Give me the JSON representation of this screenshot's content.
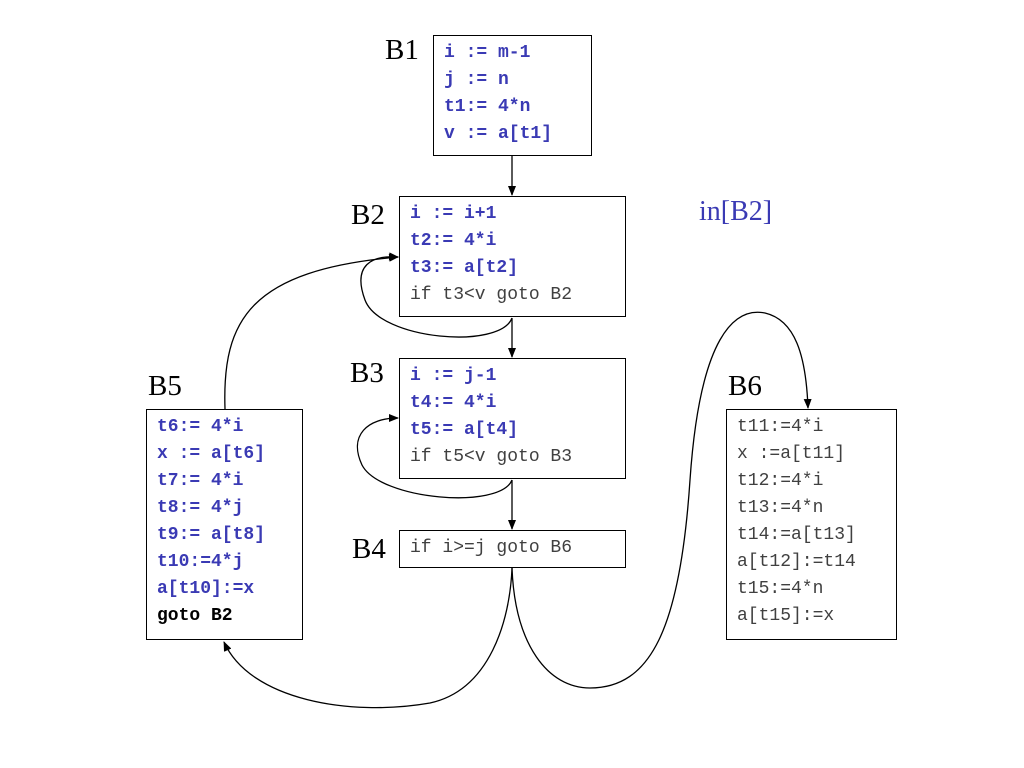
{
  "colors": {
    "assignment": "#3a3ab4",
    "plain": "#404040",
    "emphasis": "#000000",
    "annotation": "#3a3ab4",
    "edge": "#000000"
  },
  "annotation": "in[B2]",
  "blocks": {
    "B1": {
      "label": "B1",
      "lines": [
        {
          "text": "i := m-1",
          "style": "assignment"
        },
        {
          "text": "j := n",
          "style": "assignment"
        },
        {
          "text": "t1:= 4*n",
          "style": "assignment"
        },
        {
          "text": "v := a[t1]",
          "style": "assignment"
        }
      ]
    },
    "B2": {
      "label": "B2",
      "lines": [
        {
          "text": "i := i+1",
          "style": "assignment"
        },
        {
          "text": "t2:= 4*i",
          "style": "assignment"
        },
        {
          "text": "t3:= a[t2]",
          "style": "assignment"
        },
        {
          "text": "if t3<v goto B2",
          "style": "plain"
        }
      ]
    },
    "B3": {
      "label": "B3",
      "lines": [
        {
          "text": "i := j-1",
          "style": "assignment"
        },
        {
          "text": "t4:= 4*i",
          "style": "assignment"
        },
        {
          "text": "t5:= a[t4]",
          "style": "assignment"
        },
        {
          "text": "if t5<v goto B3",
          "style": "plain"
        }
      ]
    },
    "B4": {
      "label": "B4",
      "lines": [
        {
          "text": "if i>=j goto B6",
          "style": "plain"
        }
      ]
    },
    "B5": {
      "label": "B5",
      "lines": [
        {
          "text": "t6:= 4*i",
          "style": "assignment"
        },
        {
          "text": "x := a[t6]",
          "style": "assignment"
        },
        {
          "text": "t7:= 4*i",
          "style": "assignment"
        },
        {
          "text": "t8:= 4*j",
          "style": "assignment"
        },
        {
          "text": "t9:= a[t8]",
          "style": "assignment"
        },
        {
          "text": "t10:=4*j",
          "style": "assignment"
        },
        {
          "text": "a[t10]:=x",
          "style": "assignment"
        },
        {
          "text": "goto B2",
          "style": "emphasis"
        }
      ]
    },
    "B6": {
      "label": "B6",
      "lines": [
        {
          "text": "t11:=4*i",
          "style": "plain"
        },
        {
          "text": "x :=a[t11]",
          "style": "plain"
        },
        {
          "text": "t12:=4*i",
          "style": "plain"
        },
        {
          "text": "t13:=4*n",
          "style": "plain"
        },
        {
          "text": "t14:=a[t13]",
          "style": "plain"
        },
        {
          "text": "a[t12]:=t14",
          "style": "plain"
        },
        {
          "text": "t15:=4*n",
          "style": "plain"
        },
        {
          "text": "a[t15]:=x",
          "style": "plain"
        }
      ]
    }
  },
  "edges": [
    {
      "from": "B1",
      "to": "B2"
    },
    {
      "from": "B2",
      "to": "B2"
    },
    {
      "from": "B2",
      "to": "B3"
    },
    {
      "from": "B3",
      "to": "B3"
    },
    {
      "from": "B3",
      "to": "B4"
    },
    {
      "from": "B4",
      "to": "B5"
    },
    {
      "from": "B4",
      "to": "B6"
    },
    {
      "from": "B5",
      "to": "B2"
    }
  ]
}
